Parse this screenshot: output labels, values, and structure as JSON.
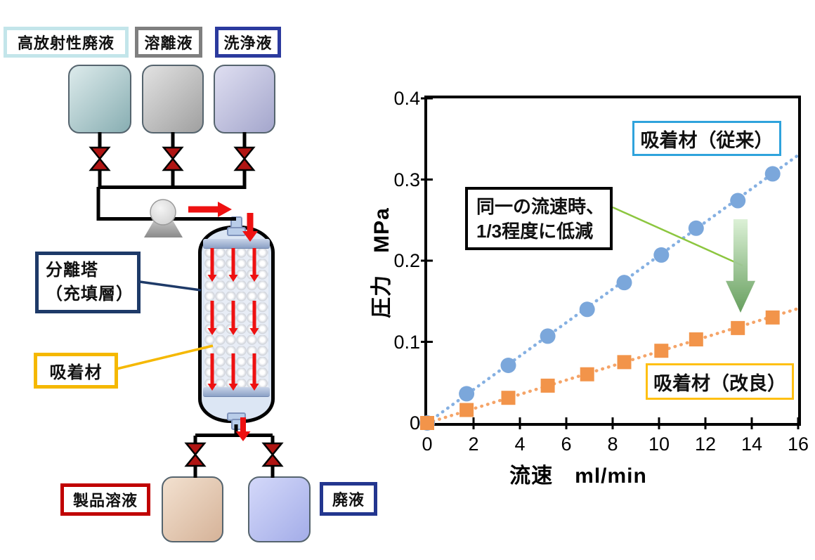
{
  "diagram": {
    "source_boxes": [
      {
        "label": "高放射性廃液",
        "border_color": "#C3E5EA"
      },
      {
        "label": "溶離液",
        "border_color": "#7F7F7F"
      },
      {
        "label": "洗浄液",
        "border_color": "#2B3A9E"
      }
    ],
    "tank_colors": {
      "hlw": [
        "#D6E6E7",
        "#8CB1B5"
      ],
      "eluent": [
        "#DDDDDD",
        "#A3A3A3"
      ],
      "wash": [
        "#DADAEE",
        "#A7A9CE"
      ],
      "product": [
        "#F0DDCB",
        "#D7B59B"
      ],
      "waste": [
        "#D0D5F8",
        "#A6AFE9"
      ]
    },
    "column_label_line1": "分離塔",
    "column_label_line2": "（充填層）",
    "column_label_border": "#1E3A68",
    "adsorbent_label": "吸着材",
    "adsorbent_label_border": "#F5B800",
    "product_label": "製品溶液",
    "product_label_border": "#C00000",
    "waste_label": "廃液",
    "waste_label_border": "#23368F",
    "pipe_color": "#000000",
    "valve_color": "#B01513",
    "flow_arrow_color": "#EE1111",
    "pump_colors": [
      "#EFEFEF",
      "#8E8E8E"
    ]
  },
  "chart_data": {
    "type": "scatter",
    "xlabel": "流速　ml/min",
    "ylabel": "圧力　MPa",
    "xlim": [
      0,
      16
    ],
    "ylim": [
      0,
      0.4
    ],
    "x_ticks": [
      0,
      2,
      4,
      6,
      8,
      10,
      12,
      14,
      16
    ],
    "y_ticks": [
      0,
      0.1,
      0.2,
      0.3,
      0.4
    ],
    "grid": false,
    "series": [
      {
        "name": "吸着材（従来）",
        "marker": "circle",
        "marker_color": "#7BA7DB",
        "line_color": "#85B0E2",
        "line_style": "dotted",
        "x": [
          0,
          1.7,
          3.5,
          5.2,
          6.9,
          8.5,
          10.1,
          11.6,
          13.4,
          14.9
        ],
        "y": [
          0,
          0.036,
          0.071,
          0.107,
          0.14,
          0.173,
          0.207,
          0.24,
          0.274,
          0.307
        ],
        "trend_to": [
          16,
          0.33
        ]
      },
      {
        "name": "吸着材（改良）",
        "marker": "square",
        "marker_color": "#F2944A",
        "line_color": "#F5A468",
        "line_style": "dotted",
        "x": [
          0,
          1.7,
          3.5,
          5.2,
          6.9,
          8.5,
          10.1,
          11.6,
          13.4,
          14.9
        ],
        "y": [
          0,
          0.016,
          0.031,
          0.046,
          0.06,
          0.075,
          0.089,
          0.103,
          0.117,
          0.13
        ],
        "trend_to": [
          16,
          0.141
        ]
      }
    ],
    "legend_boxes": [
      {
        "label": "吸着材（従来）",
        "border_color": "#2FA3DC"
      },
      {
        "label": "吸着材（改良）",
        "border_color": "#FFC013"
      }
    ],
    "annotation": {
      "line1": "同一の流速時、",
      "line2": "1/3程度に低減",
      "border_color": "#000000",
      "pointer_color": "#8CC63F",
      "arrow_colors": [
        "#DAF0D4",
        "#5F9A56"
      ]
    }
  }
}
